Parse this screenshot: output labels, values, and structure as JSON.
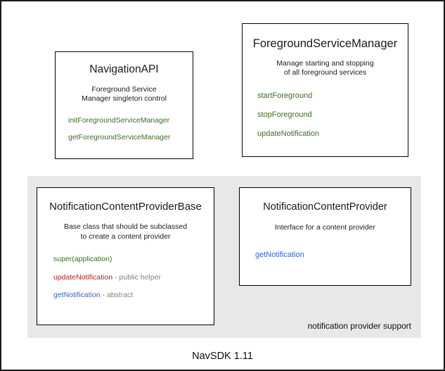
{
  "diagram": {
    "footer_label": "NavSDK 1.11",
    "group_panel_caption": "notification provider support",
    "colors": {
      "green": "#3f6b27",
      "red": "#b32222",
      "blue": "#3366cc",
      "note_gray": "#808080",
      "panel_bg": "#e8e8e8",
      "box_border": "#000000",
      "frame_border": "#1b1b1b"
    },
    "boxes": {
      "navigation_api": {
        "title": "NavigationAPI",
        "description_line1": "Foreground Service",
        "description_line2": "Manager singleton control",
        "members": [
          {
            "name": "initForegroundServiceManager",
            "color": "green",
            "note": ""
          },
          {
            "name": "getForegroundServiceManager",
            "color": "green",
            "note": ""
          }
        ]
      },
      "foreground_service_manager": {
        "title": "ForegroundServiceManager",
        "description_line1": "Manage starting and stopping",
        "description_line2": "of all foreground services",
        "members": [
          {
            "name": "startForeground",
            "color": "green",
            "note": ""
          },
          {
            "name": "stopForeground",
            "color": "green",
            "note": ""
          },
          {
            "name": "updateNotification",
            "color": "green",
            "note": ""
          }
        ]
      },
      "notification_content_provider_base": {
        "title": "NotificationContentProviderBase",
        "description_line1": "Base class that should be subclassed",
        "description_line2": "to create a content provider",
        "members": [
          {
            "name": "super(application)",
            "color": "green",
            "note": ""
          },
          {
            "name": "updateNotification",
            "color": "red",
            "note": " - public helper"
          },
          {
            "name": "getNotification",
            "color": "blue",
            "note": " - abstract"
          }
        ]
      },
      "notification_content_provider": {
        "title": "NotificationContentProvider",
        "description_line1": "Interface for a content provider",
        "description_line2": "",
        "members": [
          {
            "name": "getNotification",
            "color": "blue",
            "note": ""
          }
        ]
      }
    }
  }
}
